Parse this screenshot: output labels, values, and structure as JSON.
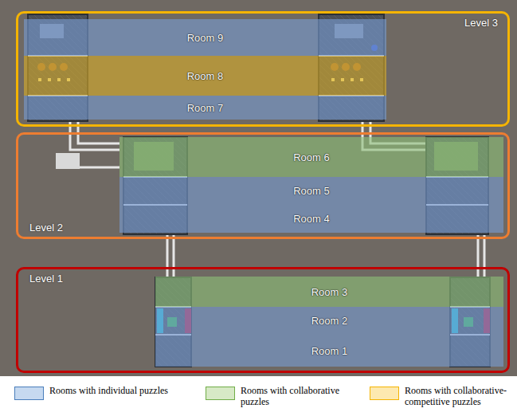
{
  "diagram": {
    "nodes": [
      {
        "text": [
          "Level 3"
        ]
      },
      {
        "text": [
          "Room 9"
        ],
        "in": 0
      },
      {
        "text": [
          "Room 8"
        ],
        "in": 0
      },
      {
        "text": [
          "Room 7"
        ],
        "in": 0
      },
      {
        "text": [
          "Level 2"
        ]
      },
      {
        "text": [
          "Room 6"
        ],
        "in": 4
      },
      {
        "text": [
          "Room 5"
        ],
        "in": 4
      },
      {
        "text": [
          "Room 4"
        ],
        "in": 4
      },
      {
        "text": [
          "Level 1"
        ]
      },
      {
        "text": [
          "Room 3"
        ],
        "in": 8
      },
      {
        "text": [
          "Room 2"
        ],
        "in": 8
      },
      {
        "text": [
          "Room 1"
        ],
        "in": 8
      }
    ],
    "legend": [
      {
        "text": "Rooms with individual puzzles",
        "color": "#c6d9f0"
      },
      {
        "text": "Rooms with collaborative puzzles",
        "color": "#d7e9c6"
      },
      {
        "text": "Rooms with collaborative-competitive puzzles",
        "color": "#fde9b0"
      }
    ]
  }
}
